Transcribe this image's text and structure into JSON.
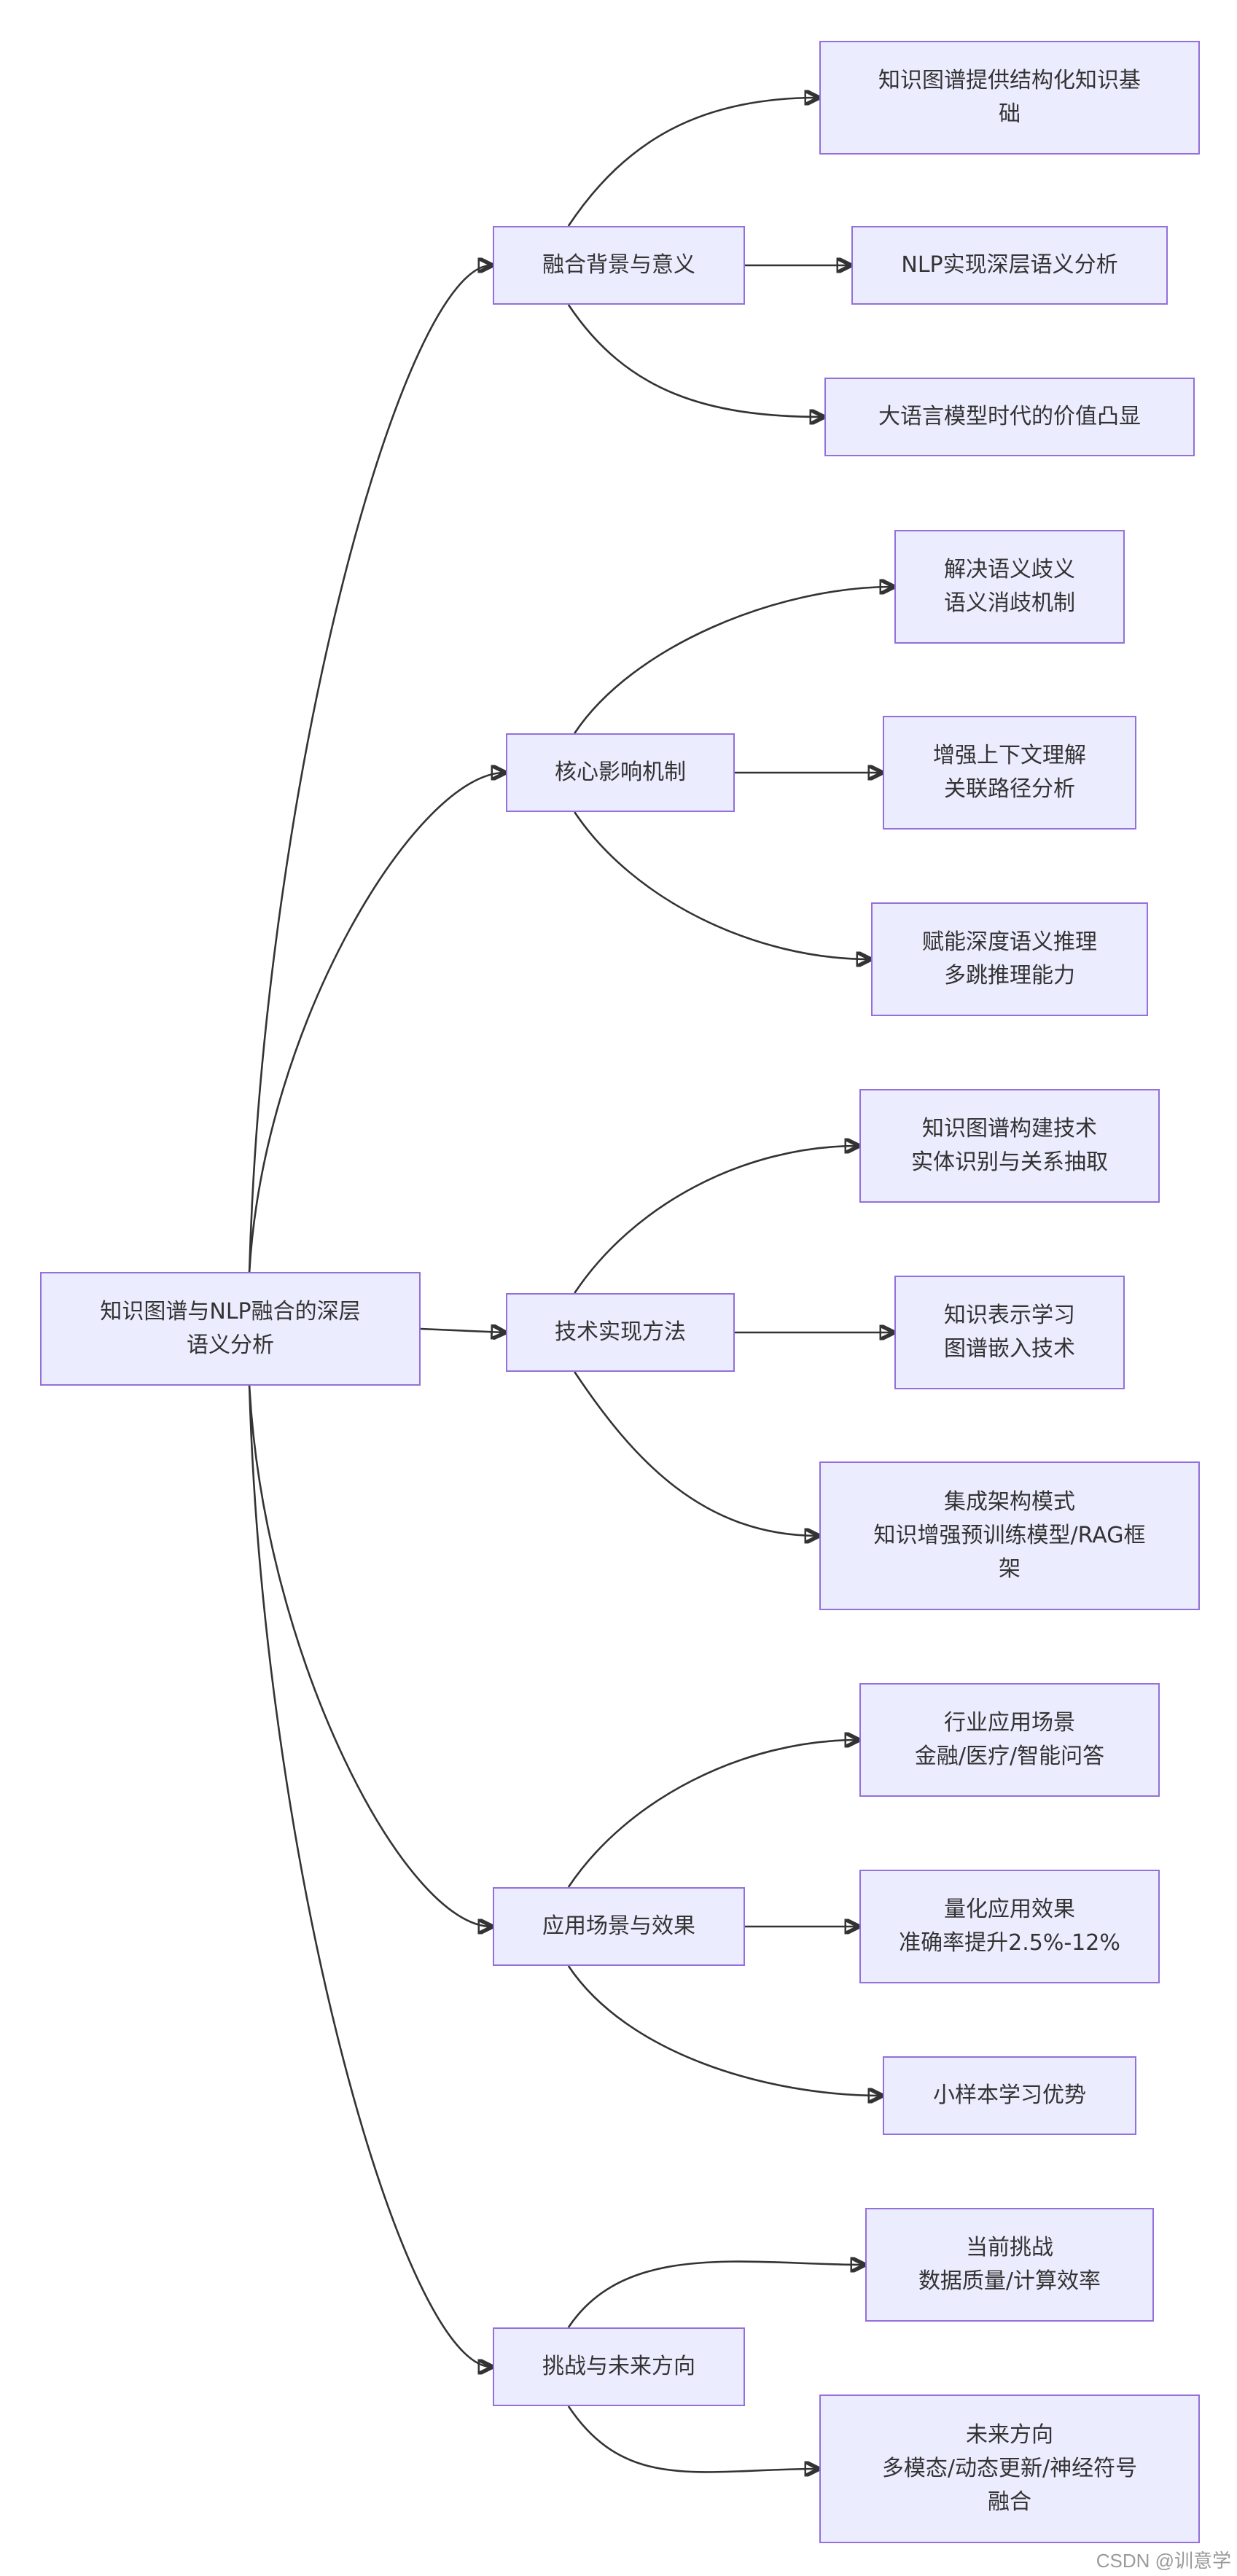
{
  "diagram": {
    "root": {
      "id": "root",
      "lines": [
        "知识图谱与NLP融合的深层",
        "语义分析"
      ]
    },
    "branches": [
      {
        "id": "b1",
        "lines": [
          "融合背景与意义"
        ],
        "children": [
          {
            "id": "b1c1",
            "lines": [
              "知识图谱提供结构化知识基",
              "础"
            ]
          },
          {
            "id": "b1c2",
            "lines": [
              "NLP实现深层语义分析"
            ]
          },
          {
            "id": "b1c3",
            "lines": [
              "大语言模型时代的价值凸显"
            ]
          }
        ]
      },
      {
        "id": "b2",
        "lines": [
          "核心影响机制"
        ],
        "children": [
          {
            "id": "b2c1",
            "lines": [
              "解决语义歧义",
              "语义消歧机制"
            ]
          },
          {
            "id": "b2c2",
            "lines": [
              "增强上下文理解",
              "关联路径分析"
            ]
          },
          {
            "id": "b2c3",
            "lines": [
              "赋能深度语义推理",
              "多跳推理能力"
            ]
          }
        ]
      },
      {
        "id": "b3",
        "lines": [
          "技术实现方法"
        ],
        "children": [
          {
            "id": "b3c1",
            "lines": [
              "知识图谱构建技术",
              "实体识别与关系抽取"
            ]
          },
          {
            "id": "b3c2",
            "lines": [
              "知识表示学习",
              "图谱嵌入技术"
            ]
          },
          {
            "id": "b3c3",
            "lines": [
              "集成架构模式",
              "知识增强预训练模型/RAG框",
              "架"
            ]
          }
        ]
      },
      {
        "id": "b4",
        "lines": [
          "应用场景与效果"
        ],
        "children": [
          {
            "id": "b4c1",
            "lines": [
              "行业应用场景",
              "金融/医疗/智能问答"
            ]
          },
          {
            "id": "b4c2",
            "lines": [
              "量化应用效果",
              "准确率提升2.5%-12%"
            ]
          },
          {
            "id": "b4c3",
            "lines": [
              "小样本学习优势"
            ]
          }
        ]
      },
      {
        "id": "b5",
        "lines": [
          "挑战与未来方向"
        ],
        "children": [
          {
            "id": "b5c1",
            "lines": [
              "当前挑战",
              "数据质量/计算效率"
            ]
          },
          {
            "id": "b5c2",
            "lines": [
              "未来方向",
              "多模态/动态更新/神经符号",
              "融合"
            ]
          }
        ]
      }
    ]
  },
  "colors": {
    "node_fill": "#ECECFF",
    "node_border": "#9370DB",
    "edge": "#333333",
    "text": "#333333"
  },
  "watermark": "CSDN @训意学"
}
